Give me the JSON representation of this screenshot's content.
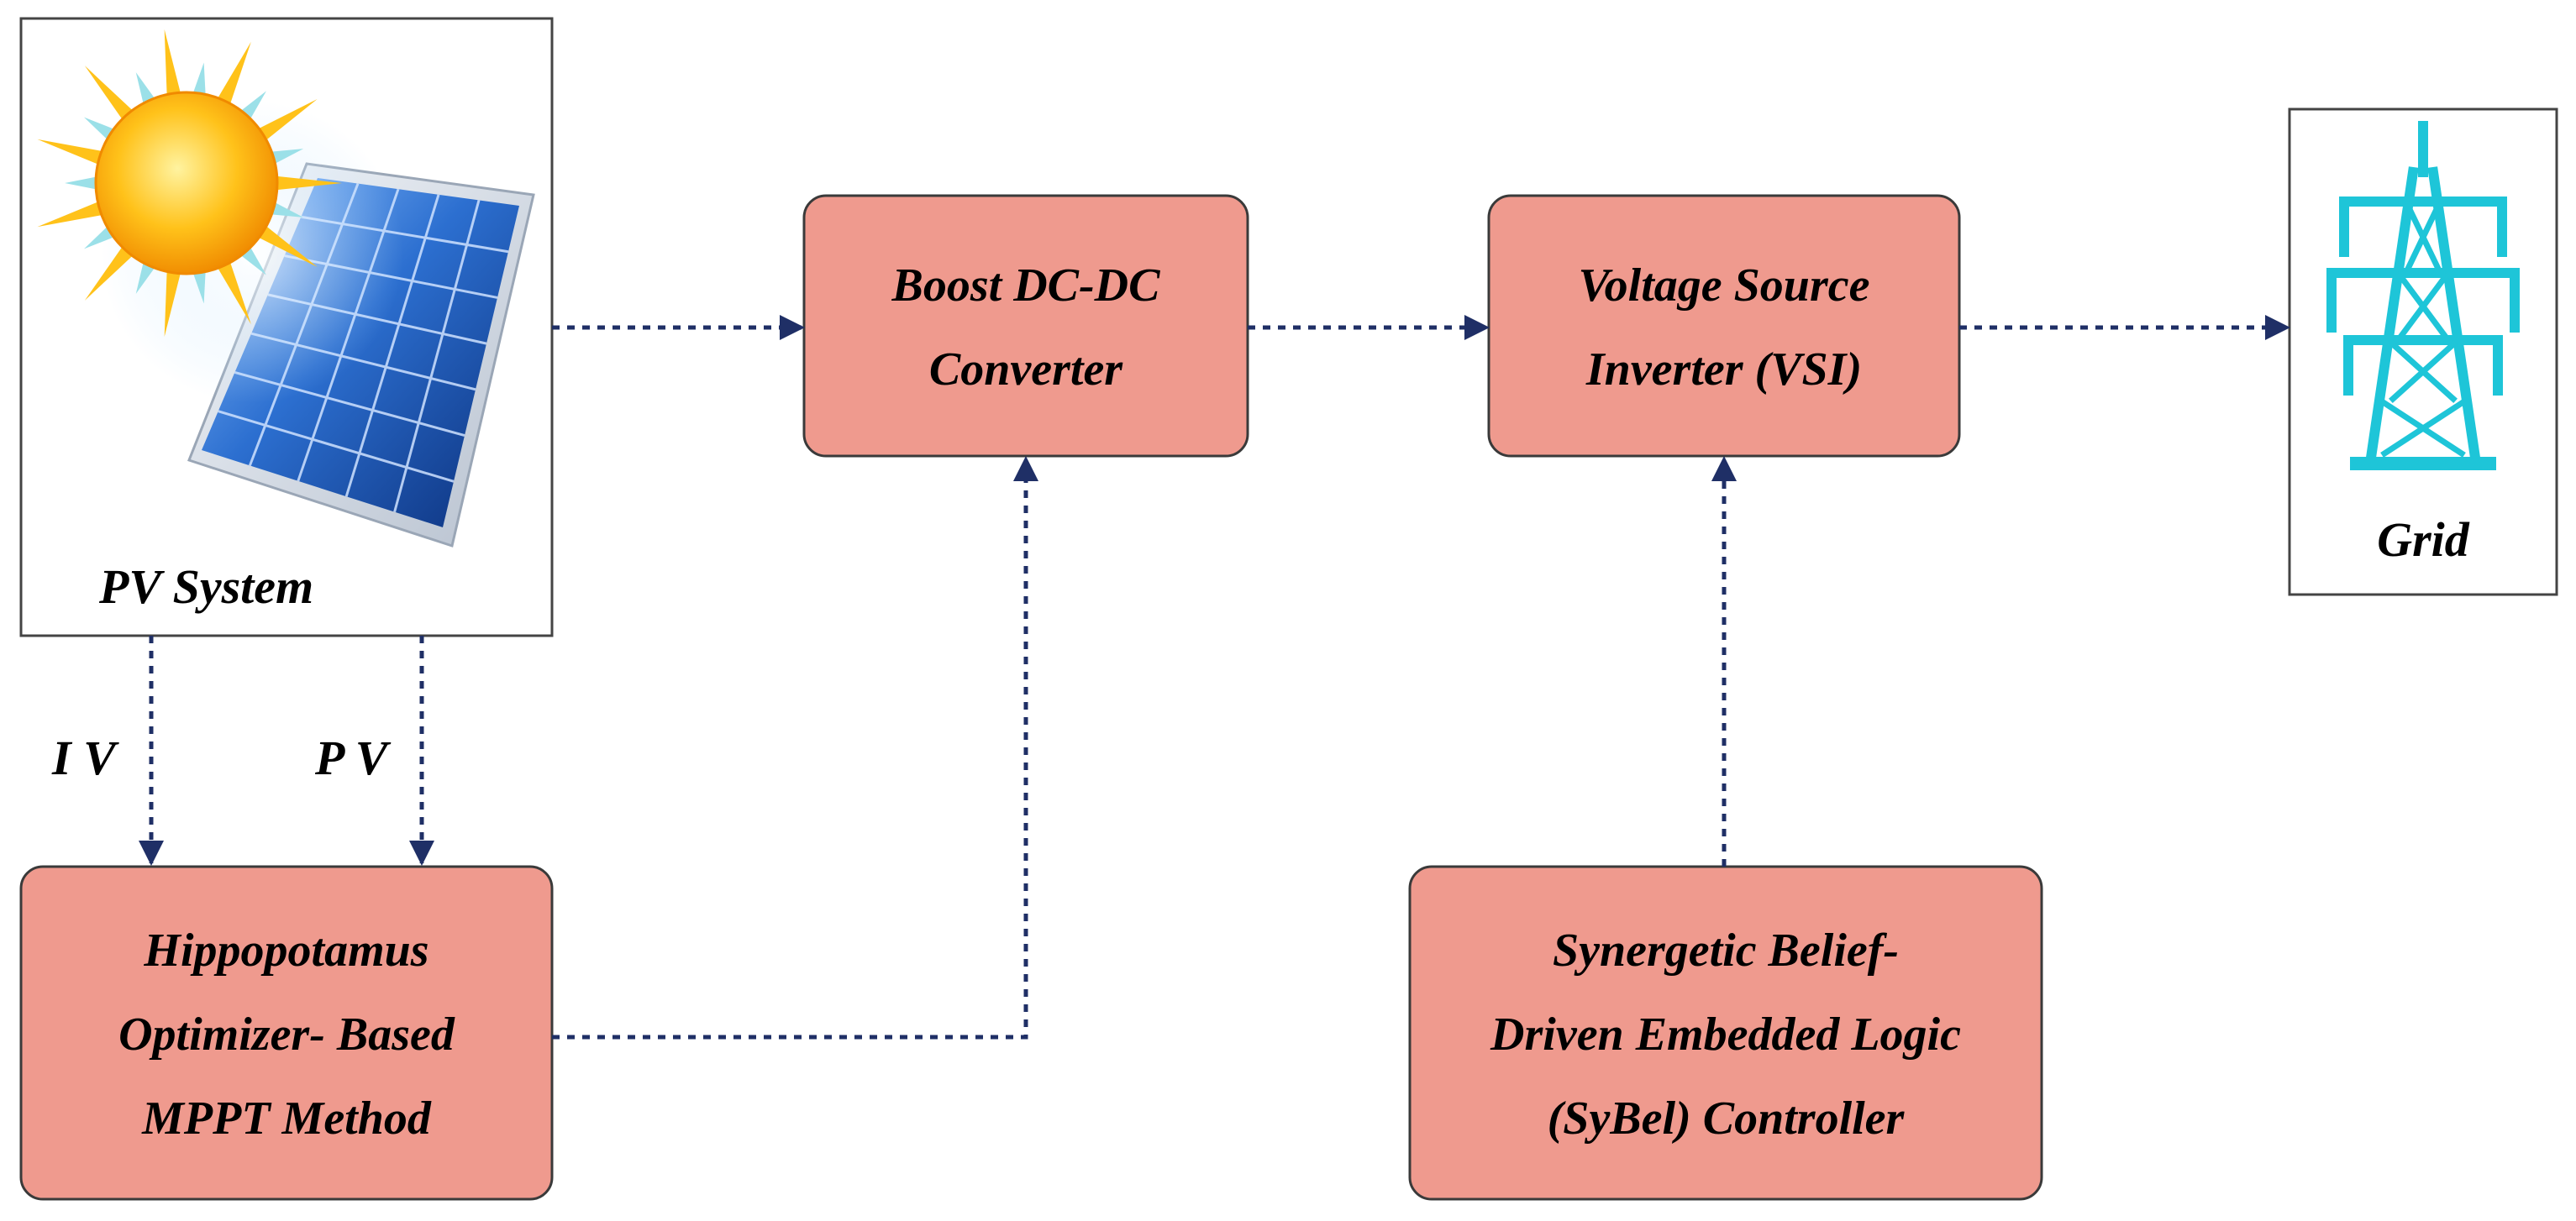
{
  "colors": {
    "block_fill": "#ef9a8e",
    "block_stroke": "#3a3a3a",
    "connector": "#1f2f66",
    "tower": "#1ec5d8",
    "sun": "#ffb400",
    "panel": "#1f5fb8"
  },
  "icons": {
    "pv": "solar-panel-with-sun-icon",
    "grid": "transmission-tower-icon"
  },
  "pv_system": {
    "label": "PV System"
  },
  "grid": {
    "label": "Grid"
  },
  "boost": {
    "line1": "Boost DC-DC",
    "line2": "Converter"
  },
  "vsi": {
    "line1": "Voltage Source",
    "line2": "Inverter (VSI)"
  },
  "mppt": {
    "line1": "Hippopotamus",
    "line2": "Optimizer- Based",
    "line3": "MPPT Method"
  },
  "sybel": {
    "line1": "Synergetic Belief-",
    "line2": "Driven Embedded Logic",
    "line3": "(SyBel) Controller"
  },
  "signals": {
    "iv": "I V",
    "pv": "P V"
  }
}
